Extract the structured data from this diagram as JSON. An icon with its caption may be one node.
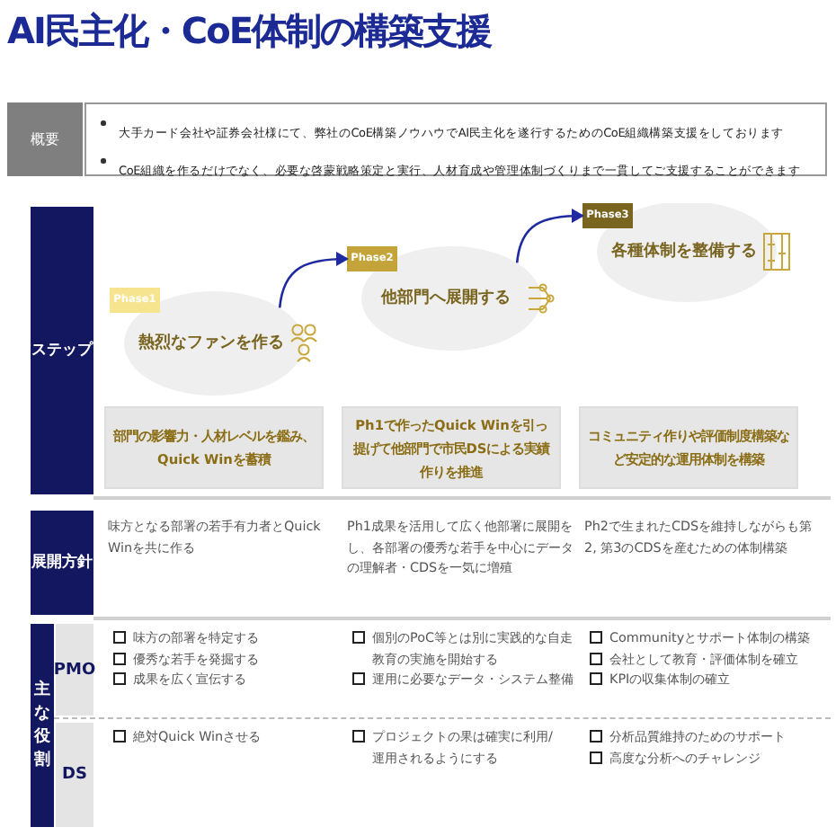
{
  "diagram": {
    "title": "AI民主化・CoE体制の構築支援",
    "nodes": [
      {
        "text": [
          "概要"
        ]
      },
      {
        "text": [
          "大手カード会社や証券会社様にて、弊社のCoE構築ノウハウでAI民主化を遂行するためのCoE組織構築支援をしております",
          "CoE組織を作るだけでなく、必要な啓蒙戦略策定と実行、人材育成や管理体制づくりまで一貫してご支援することができます"
        ]
      },
      {
        "text": [
          "ステップ"
        ]
      },
      {
        "text": [
          "Phase1",
          "熱烈なファンを作る"
        ]
      },
      {
        "text": [
          "Phase2",
          "他部門へ展開する"
        ]
      },
      {
        "text": [
          "Phase3",
          "各種体制を整備する"
        ]
      },
      {
        "text": [
          "部門の影響力・人材レベルを鑑み、Quick Winを蓄積"
        ]
      },
      {
        "text": [
          "Ph1で作ったQuick Winを引っ提げて他部門で市民DSによる実績作りを推進"
        ]
      },
      {
        "text": [
          "コミュニティ作りや評価制度構築など安定的な運用体制を構築"
        ]
      },
      {
        "text": [
          "展開方針"
        ]
      },
      {
        "text": [
          "主な役割"
        ]
      },
      {
        "text": [
          "PMO"
        ]
      },
      {
        "text": [
          "DS"
        ]
      }
    ],
    "edges": [
      {
        "from": 3,
        "to": 4,
        "arrow": "to"
      },
      {
        "from": 4,
        "to": 5,
        "arrow": "to"
      }
    ],
    "labels": [
      "味方となる部署の若手有力者とQuick Winを共に作る",
      "Ph1成果を活用して広く他部署に展開をし、各部署の優秀な若手を中心にデータの理解者・CDSを一気に増殖",
      "Ph2で生まれたCDSを維持しながらも第2, 第3のCDSを産むための体制構築",
      "味方の部署を特定する",
      "優秀な若手を発掘する",
      "成果を広く宣伝する",
      "個別のPoC等とは別に実践的な自走教育の実施を開始する",
      "運用に必要なデータ・システム整備",
      "Communityとサポート体制の構築",
      "会社として教育・評価体制を確立",
      "KPIの収集体制の確立",
      "絶対Quick Winさせる",
      "プロジェクトの果は確実に利用/運用されるようにする",
      "分析品質維持のためのサポート",
      "高度な分析へのチャレンジ"
    ]
  }
}
